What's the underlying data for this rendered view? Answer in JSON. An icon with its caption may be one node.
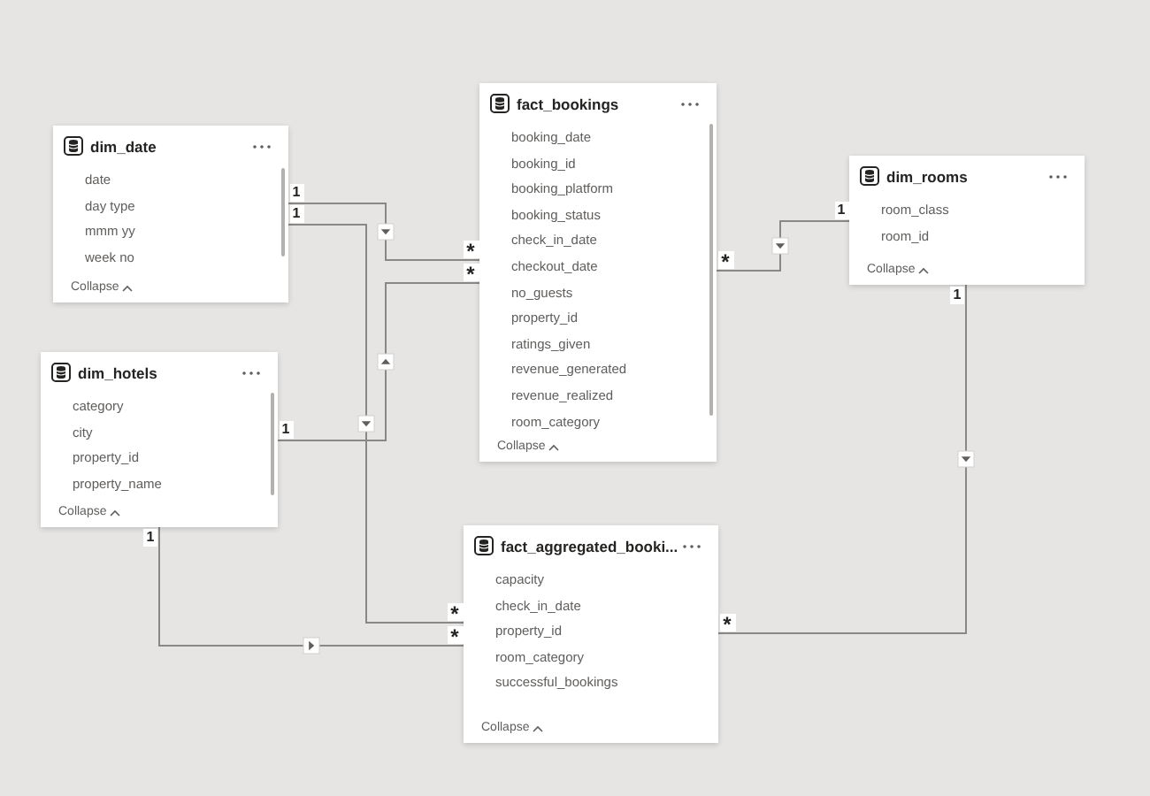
{
  "diagram": {
    "nodes": [
      {
        "text": [
          "dim_date",
          "date",
          "day type",
          "mmm yy",
          "week no",
          "Collapse"
        ]
      },
      {
        "text": [
          "fact_bookings",
          "booking_date",
          "booking_id",
          "booking_platform",
          "booking_status",
          "check_in_date",
          "checkout_date",
          "no_guests",
          "property_id",
          "ratings_given",
          "revenue_generated",
          "revenue_realized",
          "room_category",
          "Collapse"
        ]
      },
      {
        "text": [
          "dim_rooms",
          "room_class",
          "room_id",
          "Collapse"
        ]
      },
      {
        "text": [
          "dim_hotels",
          "category",
          "city",
          "property_id",
          "property_name",
          "Collapse"
        ]
      },
      {
        "text": [
          "fact_aggregated_booki...",
          "capacity",
          "check_in_date",
          "property_id",
          "room_category",
          "successful_bookings",
          "Collapse"
        ]
      }
    ],
    "edges": [
      {
        "from": 0,
        "to": 1,
        "arrow": "to"
      },
      {
        "from": 0,
        "to": 4,
        "arrow": "to"
      },
      {
        "from": 3,
        "to": 1,
        "arrow": "to"
      },
      {
        "from": 3,
        "to": 4,
        "arrow": "to"
      },
      {
        "from": 2,
        "to": 1,
        "arrow": "to"
      },
      {
        "from": 2,
        "to": 4,
        "arrow": "to"
      }
    ],
    "labels": [
      "1",
      "1",
      "1",
      "*",
      "*",
      "*",
      "1",
      "1",
      "1",
      "*",
      "*",
      "*"
    ]
  }
}
